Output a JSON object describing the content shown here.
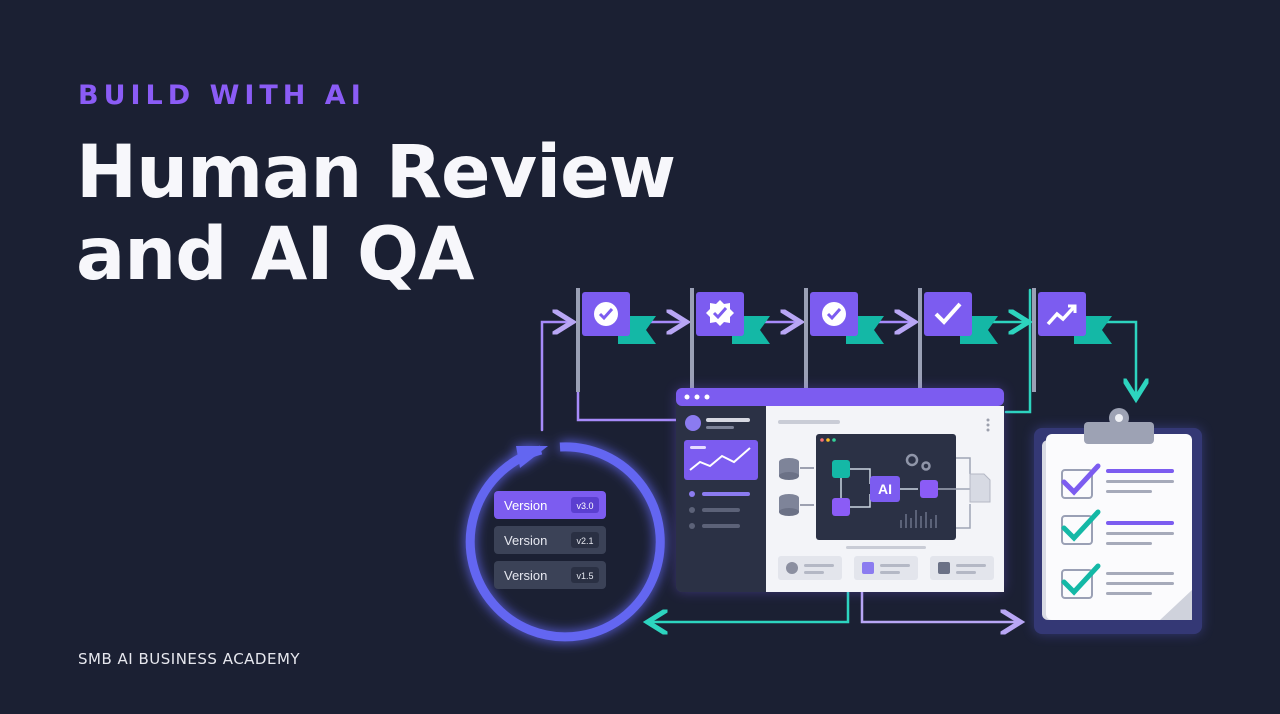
{
  "header": {
    "eyebrow": "BUILD WITH AI",
    "title_line_1": "Human Review",
    "title_line_2": "and AI QA"
  },
  "footer": {
    "brand": "SMB AI BUSINESS ACADEMY"
  },
  "versions": [
    {
      "label": "Version",
      "tag": "v3.0",
      "active": true
    },
    {
      "label": "Version",
      "tag": "v2.1",
      "active": false
    },
    {
      "label": "Version",
      "tag": "v1.5",
      "active": false
    }
  ],
  "pipeline": {
    "flags": [
      "check-circle-icon",
      "badge-check-icon",
      "check-circle-icon",
      "checkmark-icon",
      "trend-up-icon"
    ],
    "chip_label": "AI"
  },
  "checklist": {
    "items": [
      "check",
      "check",
      "check"
    ]
  },
  "colors": {
    "background": "#1b2033",
    "accent_purple": "#8b5cf6",
    "accent_teal": "#14b8a6",
    "ring_blue": "#6366f1"
  }
}
